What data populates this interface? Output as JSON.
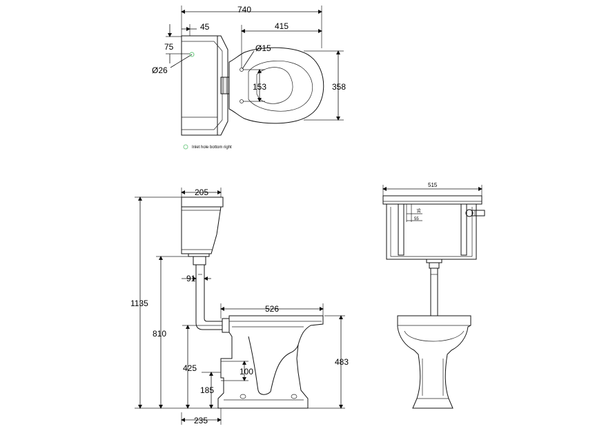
{
  "plan_view": {
    "dim_width": "740",
    "dim_cistern_depth": "45",
    "dim_inlet_offset": "75",
    "dim_inlet_diameter": "Ø26",
    "dim_pan_length": "415",
    "dim_fixing_hole": "Ø15",
    "dim_seat_hole": "153",
    "dim_pan_width": "358"
  },
  "legend": {
    "inlet_note": "Inlet hole bottom right",
    "marker_color": "#7fcf8f"
  },
  "side_view": {
    "dim_cistern_width": "205",
    "dim_total_height": "1135",
    "dim_cistern_base": "810",
    "dim_flush_pipe": "91",
    "dim_pan_projection": "526",
    "dim_outlet_height": "425",
    "dim_rim_height": "483",
    "dim_outlet_dia": "100",
    "dim_floor_outlet": "185",
    "dim_wall_outlet": "235"
  },
  "front_view": {
    "dim_cistern_width": "515",
    "dim_lever_a": "35",
    "dim_lever_b": "55"
  }
}
